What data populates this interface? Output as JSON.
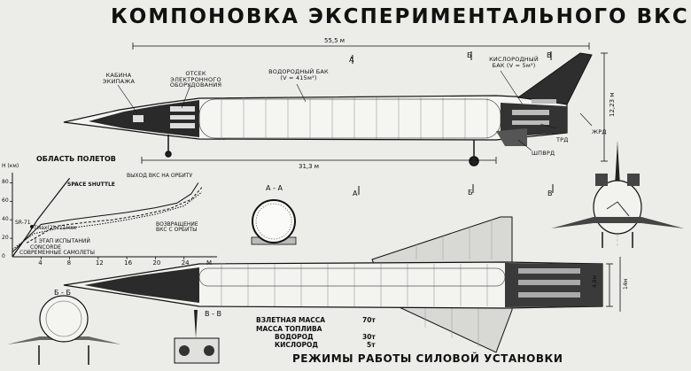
{
  "title": "КОМПОНОВКА ЭКСПЕРИМЕНТАЛЬНОГО ВКС",
  "footer": "РЕЖИМЫ РАБОТЫ СИЛОВОЙ УСТАНОВКИ",
  "labels": {
    "cabin": "КАБИНА ЭКИПАЖА",
    "electronics": "ОТСЕК ЭЛЕКТРОННОГО ОБОРУДОВАНИЯ",
    "h_tank": "ВОДОРОДНЫЙ БАК (V = 415м³)",
    "o_tank": "КИСЛОРОДНЫЙ БАК (V = 5м³)",
    "trd": "ТРД",
    "zhrd": "ЖРД",
    "shprvd": "ШПВРД"
  },
  "dimensions": {
    "length": "55,5 м",
    "length_body": "31,3 м",
    "height_side": "12,23 м",
    "height_plan_1": "4,8м",
    "height_plan_2": "14м"
  },
  "section_marks": {
    "a_top": "А",
    "b_top": "Б",
    "v_top": "В",
    "a_bottom": "А",
    "b_bottom": "Б",
    "v_bottom": "В",
    "sec_aa": "А - А",
    "sec_bb": "Б - Б",
    "sec_vv": "В - В"
  },
  "chart_title": "ОБЛАСТЬ ПОЛЕТОВ",
  "chart_annotations": {
    "shuttle": "SPACE SHUTTLE",
    "orbit_exit": "ВЫХОД ВКС НА ОРБИТУ",
    "orbit_return": "ВОЗВРАЩЕНИЕ ВКС С ОРБИТЫ",
    "concorde": "CONCORDE",
    "modern": "СОВРЕМЕННЫЕ САМОЛЕТЫ",
    "test_stage": "1 ЭТАП ИСПЫТАНИЙ",
    "sr71": "SR-71",
    "mach_range": "Тмах(2)=11мах"
  },
  "chart_data": {
    "type": "line",
    "title": "ОБЛАСТЬ ПОЛЕТОВ",
    "ylabel": "Н (км)",
    "xlabel": "М",
    "xlim": [
      0,
      28
    ],
    "ylim": [
      0,
      90
    ],
    "x_ticks": [
      "4",
      "8",
      "12",
      "16",
      "20",
      "24",
      "М"
    ],
    "y_ticks": [
      "80",
      "60",
      "40",
      "20",
      "0"
    ],
    "series": [
      {
        "name": "SPACE SHUTTLE",
        "x": [
          0,
          2,
          3.5,
          5,
          6,
          7,
          8
        ],
        "y": [
          0,
          22,
          40,
          55,
          65,
          75,
          85
        ]
      },
      {
        "name": "ВЫХОД ВКС НА ОРБИТУ",
        "x": [
          0,
          4,
          8,
          12,
          16,
          20,
          23,
          25,
          26
        ],
        "y": [
          5,
          35,
          40,
          44,
          48,
          53,
          58,
          68,
          80
        ]
      },
      {
        "name": "ВОЗВРАЩЕНИЕ ВКС С ОРБИТЫ",
        "x": [
          2,
          6,
          10,
          14,
          18,
          22,
          25,
          26.5
        ],
        "y": [
          15,
          33,
          37,
          40,
          45,
          52,
          62,
          75
        ]
      },
      {
        "x": [
          0,
          3,
          6,
          9,
          12,
          16,
          20,
          24,
          26.5
        ],
        "y": [
          8,
          25,
          30,
          32,
          35,
          40,
          46,
          55,
          70
        ]
      }
    ]
  },
  "mass_table": [
    {
      "label": "ВЗЛЕТНАЯ МАССА",
      "value": "70т"
    },
    {
      "label": "МАССА ТОПЛИВА",
      "value": ""
    },
    {
      "label": "ВОДОРОД",
      "value": "30т"
    },
    {
      "label": "КИСЛОРОД",
      "value": "5т"
    }
  ]
}
